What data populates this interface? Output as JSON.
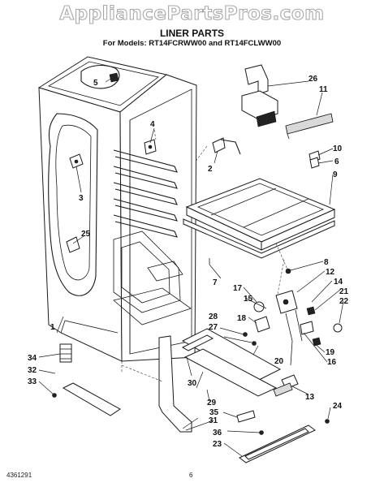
{
  "watermark": "AppliancePartsPros.com",
  "title": "LINER PARTS",
  "subtitle": "For Models: RT14FCRWW00 and RT14FCLWW00",
  "footer_left": "4361291",
  "footer_page": "6",
  "callouts": {
    "c1": "1",
    "c2": "2",
    "c3": "3",
    "c4": "4",
    "c5": "5",
    "c6": "6",
    "c7": "7",
    "c8": "8",
    "c9": "9",
    "c10": "10",
    "c11": "11",
    "c12": "12",
    "c13": "13",
    "c14": "14",
    "c15": "15",
    "c16": "16",
    "c17": "17",
    "c18": "18",
    "c19": "19",
    "c20": "20",
    "c21": "21",
    "c22": "22",
    "c23": "23",
    "c24": "24",
    "c25": "25",
    "c26": "26",
    "c27": "27",
    "c28": "28",
    "c29": "29",
    "c30": "30",
    "c31": "31",
    "c32": "32",
    "c33": "33",
    "c34": "34",
    "c35": "35",
    "c36": "36"
  }
}
